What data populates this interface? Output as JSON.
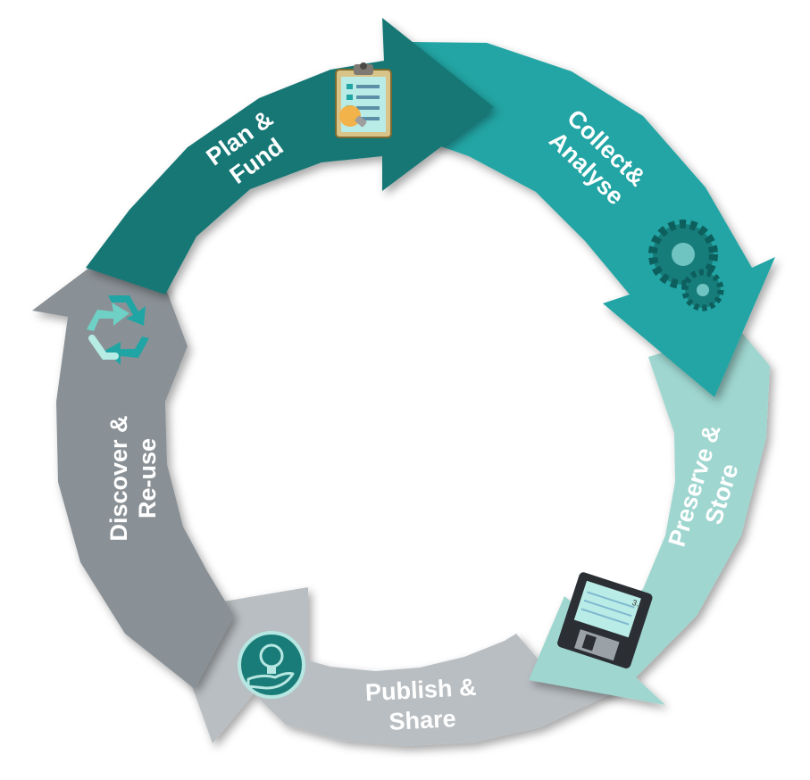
{
  "diagram": {
    "stages": [
      {
        "id": "plan",
        "line1": "Plan &",
        "line2": "Fund",
        "color": "#137774",
        "icon": "clipboard-lightbulb-icon"
      },
      {
        "id": "collect",
        "line1": "Collect&",
        "line2": "Analyse",
        "color": "#21a5a4",
        "icon": "gears-icon"
      },
      {
        "id": "preserve",
        "line1": "Preserve &",
        "line2": "Store",
        "color": "#9fd6d0",
        "icon": "floppy-disk-icon"
      },
      {
        "id": "publish",
        "line1": "Publish &",
        "line2": "Share",
        "color": "#b9bec2",
        "icon": "hand-lightbulb-icon"
      },
      {
        "id": "discover",
        "line1": "Discover &",
        "line2": "Re-use",
        "color": "#8a9196",
        "icon": "recycle-icon"
      }
    ],
    "disk_label": "3.5"
  }
}
